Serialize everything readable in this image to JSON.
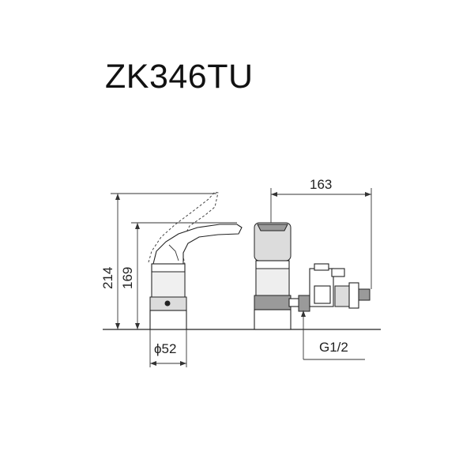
{
  "title": "ZK346TU",
  "dimensions": {
    "total_height": "214",
    "body_height": "169",
    "base_diameter": "ϕ52",
    "depth": "163",
    "thread": "G1/2"
  }
}
